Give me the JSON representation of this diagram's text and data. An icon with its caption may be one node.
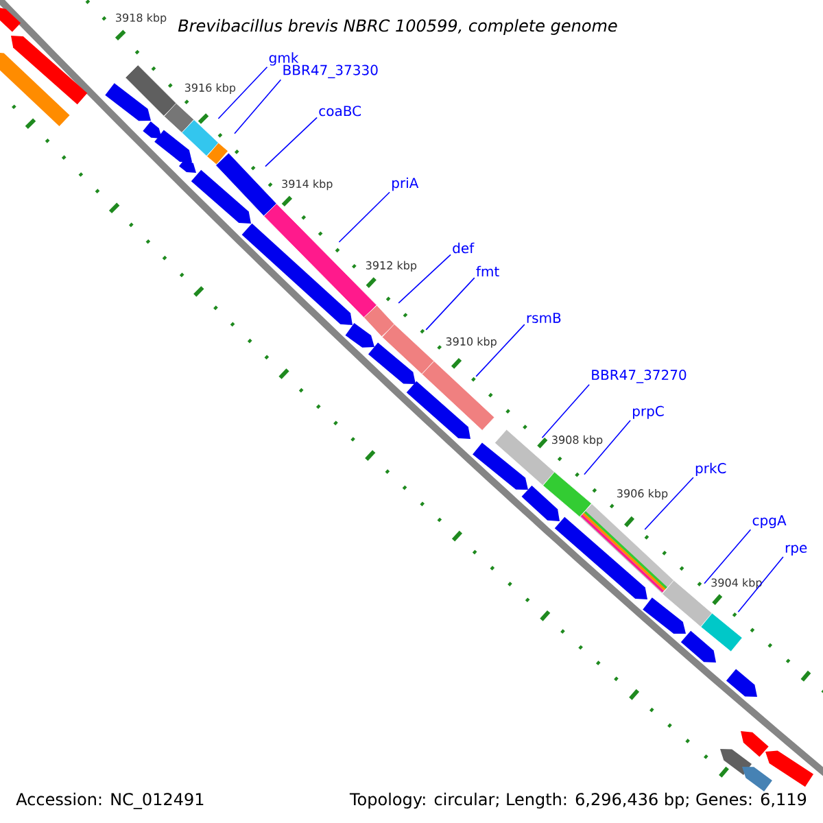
{
  "diagram": {
    "title": "Brevibacillus brevis NBRC 100599, complete genome",
    "nodes": [
      {
        "text": [
          "gmk"
        ]
      },
      {
        "text": [
          "BBR47_37330"
        ]
      },
      {
        "text": [
          "coaBC"
        ]
      },
      {
        "text": [
          "priA"
        ]
      },
      {
        "text": [
          "def"
        ]
      },
      {
        "text": [
          "fmt"
        ]
      },
      {
        "text": [
          "rsmB"
        ]
      },
      {
        "text": [
          "BBR47_37270"
        ]
      },
      {
        "text": [
          "prpC"
        ]
      },
      {
        "text": [
          "prkC"
        ]
      },
      {
        "text": [
          "cpgA"
        ]
      },
      {
        "text": [
          "rpe"
        ]
      },
      {
        "text": [],
        "shape": "bar"
      },
      {
        "text": [],
        "shape": "bar"
      },
      {
        "text": [],
        "shape": "bar"
      },
      {
        "text": [],
        "shape": "bar"
      },
      {
        "text": [],
        "shape": "bar"
      },
      {
        "text": [],
        "shape": "bar"
      },
      {
        "text": [],
        "shape": "bar"
      },
      {
        "text": [],
        "shape": "bar"
      },
      {
        "text": [],
        "shape": "bar"
      },
      {
        "text": [],
        "shape": "bar"
      },
      {
        "text": [],
        "shape": "bar"
      },
      {
        "text": [],
        "shape": "bar"
      },
      {
        "text": [],
        "shape": "bar"
      },
      {
        "text": [],
        "shape": "bar"
      }
    ],
    "edges": [
      {
        "from": 0,
        "to": 14,
        "arrow": "none"
      },
      {
        "from": 1,
        "to": 15,
        "arrow": "none"
      },
      {
        "from": 2,
        "to": 16,
        "arrow": "none"
      },
      {
        "from": 3,
        "to": 17,
        "arrow": "none"
      },
      {
        "from": 4,
        "to": 18,
        "arrow": "none"
      },
      {
        "from": 5,
        "to": 19,
        "arrow": "none"
      },
      {
        "from": 6,
        "to": 20,
        "arrow": "none"
      },
      {
        "from": 7,
        "to": 21,
        "arrow": "none"
      },
      {
        "from": 8,
        "to": 22,
        "arrow": "none"
      },
      {
        "from": 9,
        "to": 23,
        "arrow": "none"
      },
      {
        "from": 10,
        "to": 24,
        "arrow": "none"
      },
      {
        "from": 11,
        "to": 25,
        "arrow": "none"
      }
    ],
    "labels": [
      "3918 kbp",
      "3916 kbp",
      "3914 kbp",
      "3912 kbp",
      "3910 kbp",
      "3908 kbp",
      "3906 kbp",
      "3904 kbp",
      "Accession: NC_012491",
      "Topology: circular; Length: 6,296,436 bp; Genes: 6,119"
    ]
  }
}
